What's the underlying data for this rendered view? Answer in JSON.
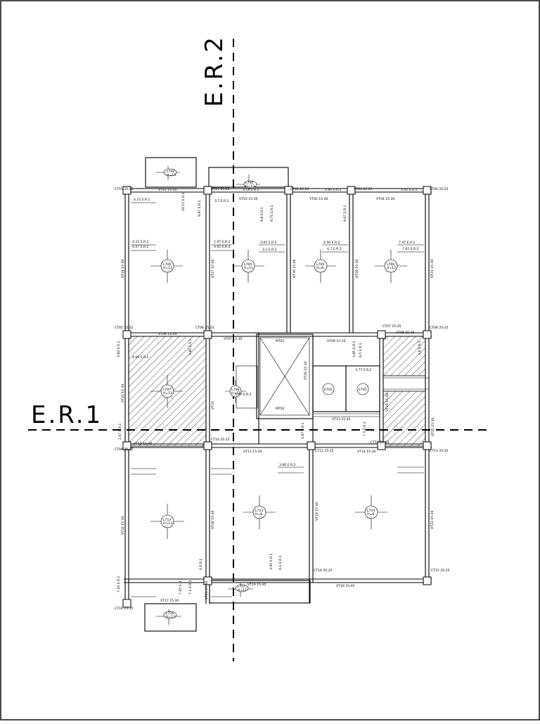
{
  "sections": {
    "er1": "E.R.1",
    "er2": "E.R.2"
  },
  "colors": {
    "line": "#000000",
    "background": "#ffffff"
  },
  "slabs": [
    {
      "name": "L700",
      "height": "H=13"
    },
    {
      "name": "L700",
      "height": "H=13"
    },
    {
      "name": "L704",
      "height": "H=12"
    },
    {
      "name": "L704",
      "height": "H=11"
    },
    {
      "name": "L705",
      "height": "H=8"
    },
    {
      "name": "L706",
      "height": "H=12"
    },
    {
      "name": "L707",
      "height": "H=13"
    },
    {
      "name": "L708",
      "height": "H=11"
    },
    {
      "name": "L713",
      "height": "H=13"
    },
    {
      "name": "L713",
      "height": "H=8"
    },
    {
      "name": "L714",
      "height": "H=8"
    },
    {
      "name": "L716",
      "height": "H=13"
    },
    {
      "name": "L717",
      "height": "H=11"
    }
  ],
  "elevators": [
    "MT01",
    "MT02"
  ],
  "stairs": [
    "E701",
    "E702"
  ],
  "columns": [
    "CT01 25·25",
    "CT17 25·25",
    "CT02 25·25",
    "CT03 25·25",
    "CT04 25·25",
    "CT05 25·25",
    "CT06 25·25",
    "CT07 25·35",
    "CT08 25·25",
    "CT09 25·25",
    "CT10 25·25",
    "CT11 25·25",
    "CT12 25·25",
    "CT13 25·25",
    "CT14 25·25",
    "CT15 25·25",
    "CT16 25·25"
  ],
  "beams": [
    "VT01 15·30",
    "VT03 15·30",
    "VT05 15·40",
    "VT04 15·30",
    "VT06 15·45",
    "VT08 15·45",
    "VT09 15·35",
    "VT07 15·35",
    "VT11 15·30",
    "VT13 15·30",
    "VT14 15·30",
    "VT15 15·45",
    "VT17 15·30",
    "VT16 15·30",
    "VT20 15·40",
    "VT24 15·40",
    "VT27 15·40",
    "VT30 15·40",
    "VT18 15·30",
    "VT22 15·30",
    "VT33",
    "VT26 15·30",
    "VT29 15·40",
    "VT31 15·30",
    "VT32 15·30",
    "VT28 15·40",
    "VT19 15·40",
    "VT23 15·30",
    "VT21 15·30",
    "VT25 15·30"
  ],
  "dims": [
    "4.15 E.R.1",
    "10.15 E.R.1",
    "9.97 E.R.1",
    "4.22 E.R.2",
    "4.07 E.R.2",
    "1.07 E.R.2",
    "0.92 E.R.2",
    "3.15 E.R.2",
    "3.2 E.R.2",
    "3.05 E.R.2",
    "3.7 E.R.2",
    "4.60 E.R.2",
    "4.56 E.R.2",
    "4.7 E.R.2",
    "5.42 E.R.2",
    "7.47 E.R.2",
    "7.62 E.R.2",
    "9.8 E.R.1",
    "9.75 E.R.1",
    "9.67 E.R.1",
    "3.82 E.R.1",
    "3.85 E.R.1",
    "3.8 E.R.1",
    "4.60 E.R.2",
    "3.07 E.R.2",
    "3.77 E.R.2",
    "3.90 E.R.2",
    "6.5 E.R.1",
    "3.85 E.R.1",
    "2.67 E.R.1",
    "7.5 E.R.1",
    "6.1 E.R.1",
    "7.2 E.R.1",
    "7.05 E.R.1",
    "7.10 E.R.1",
    "3.95 E.R.1",
    "6 E.R.1",
    "3.87 E.R.1"
  ]
}
